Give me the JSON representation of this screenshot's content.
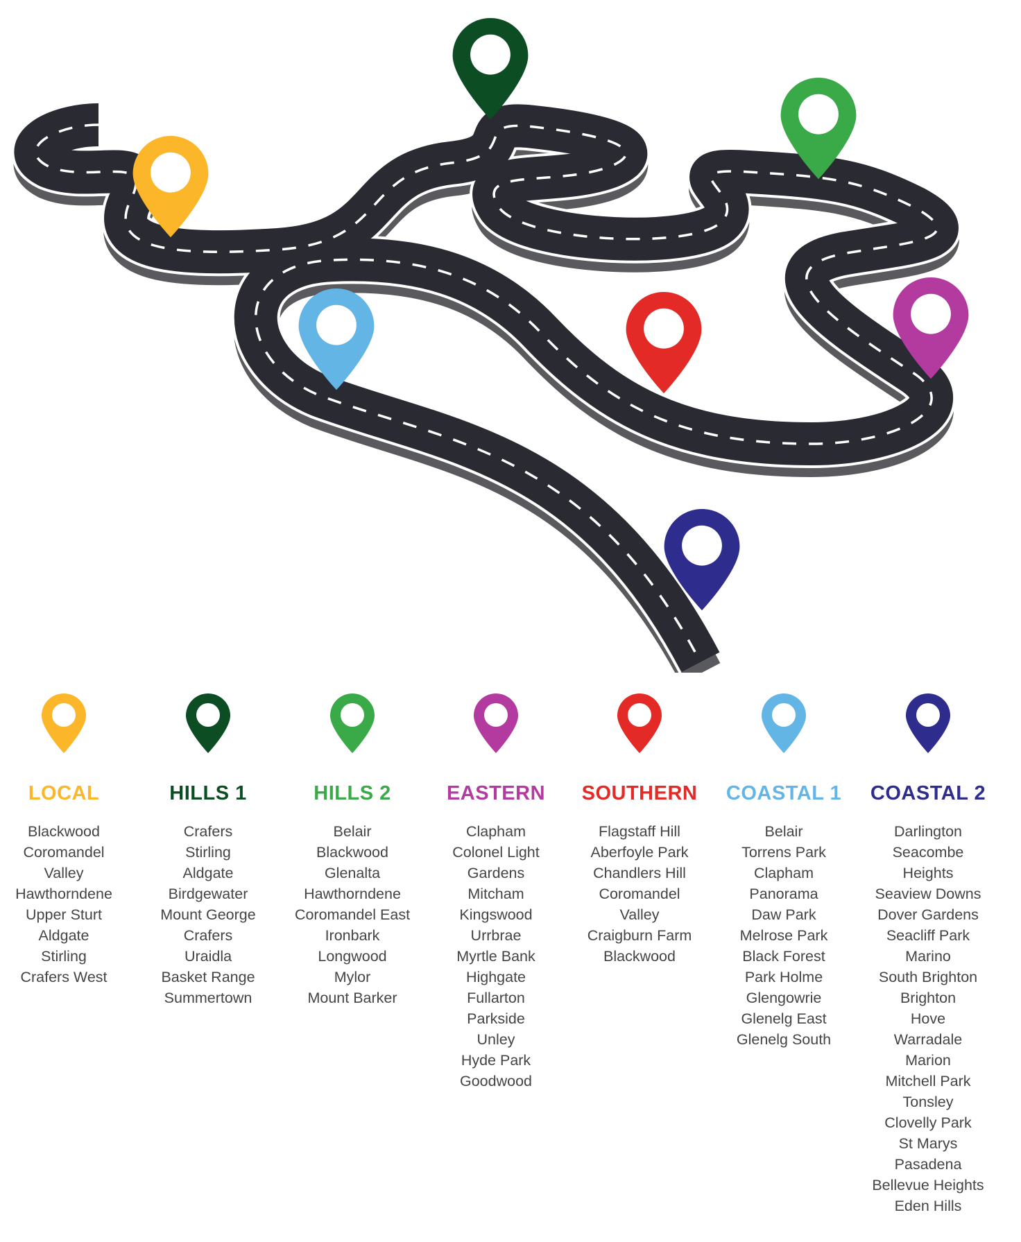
{
  "colors": {
    "road": "#2a2a33",
    "road_side": "#5a5a5e",
    "lane": "#ffffff"
  },
  "zones": [
    {
      "title": "LOCAL",
      "color": "#fbb62a",
      "icon": "map-pin-icon",
      "suburbs": [
        "Blackwood",
        "Coromandel",
        "Valley",
        "Hawthorndene",
        "Upper Sturt",
        "Aldgate",
        "Stirling",
        "Crafers West"
      ]
    },
    {
      "title": "HILLS 1",
      "color": "#0c4d24",
      "icon": "map-pin-icon",
      "suburbs": [
        "Crafers",
        "Stirling",
        "Aldgate",
        "Birdgewater",
        "Mount George",
        "Crafers",
        "Uraidla",
        "Basket Range",
        "Summertown"
      ]
    },
    {
      "title": "HILLS 2",
      "color": "#3aaa49",
      "icon": "map-pin-icon",
      "suburbs": [
        "Belair",
        "Blackwood",
        "Glenalta",
        "Hawthorndene",
        "Coromandel East",
        "Ironbark",
        "Longwood",
        "Mylor",
        "Mount Barker"
      ]
    },
    {
      "title": "EASTERN",
      "color": "#b33a9e",
      "icon": "map-pin-icon",
      "suburbs": [
        "Clapham",
        "Colonel Light",
        "Gardens",
        "Mitcham",
        "Kingswood",
        "Urrbrae",
        "Myrtle Bank",
        "Highgate",
        "Fullarton",
        "Parkside",
        "Unley",
        "Hyde Park",
        "Goodwood"
      ]
    },
    {
      "title": "SOUTHERN",
      "color": "#e32a26",
      "icon": "map-pin-icon",
      "suburbs": [
        "Flagstaff Hill",
        "Aberfoyle Park",
        "Chandlers Hill",
        "Coromandel",
        "Valley",
        "Craigburn Farm",
        "Blackwood"
      ]
    },
    {
      "title": "COASTAL 1",
      "color": "#62b5e5",
      "icon": "map-pin-icon",
      "suburbs": [
        "Belair",
        "Torrens Park",
        "Clapham",
        "Panorama",
        "Daw Park",
        "Melrose Park",
        "Black Forest",
        "Park Holme",
        "Glengowrie",
        "Glenelg East",
        "Glenelg South"
      ]
    },
    {
      "title": "COASTAL 2",
      "color": "#2e2c8c",
      "icon": "map-pin-icon",
      "suburbs": [
        "Darlington",
        "Seacombe",
        "Heights",
        "Seaview Downs",
        "Dover Gardens",
        "Seacliff Park",
        "Marino",
        "South Brighton",
        "Brighton",
        "Hove",
        "Warradale",
        "Marion",
        "Mitchell Park",
        "Tonsley",
        "Clovelly Park",
        "St Marys",
        "Pasadena",
        "Bellevue Heights",
        "Eden Hills"
      ]
    }
  ]
}
